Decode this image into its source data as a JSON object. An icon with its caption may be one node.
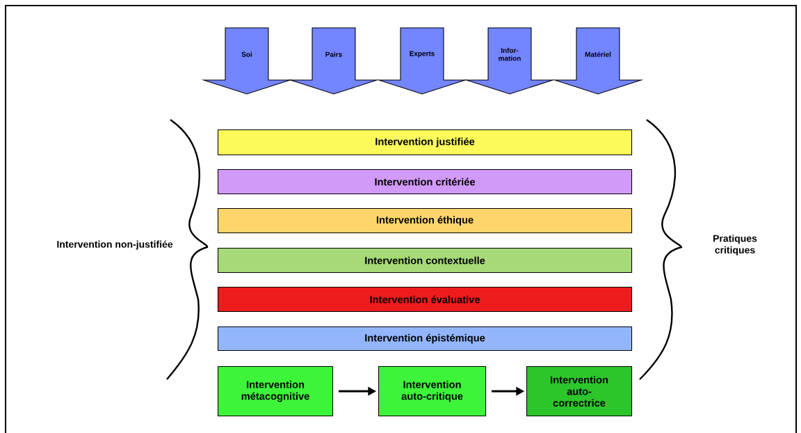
{
  "diagram": {
    "nodes": [
      {
        "text": [
          "Soi"
        ]
      },
      {
        "text": [
          "Pairs"
        ]
      },
      {
        "text": [
          "Experts"
        ]
      },
      {
        "text": [
          "Infor- mation"
        ]
      },
      {
        "text": [
          "Matériel"
        ]
      },
      {
        "text": [
          "Intervention justifiée"
        ]
      },
      {
        "text": [
          "Intervention critériée"
        ]
      },
      {
        "text": [
          "Intervention éthique"
        ]
      },
      {
        "text": [
          "Intervention contextuelle"
        ]
      },
      {
        "text": [
          "Intervention évaluative"
        ]
      },
      {
        "text": [
          "Intervention épistémique"
        ]
      },
      {
        "text": [
          "Intervention métacognitive"
        ]
      },
      {
        "text": [
          "Intervention auto-critique"
        ]
      },
      {
        "text": [
          "Intervention auto- correctrice"
        ]
      }
    ],
    "edges": [
      {
        "from": 11,
        "to": 12,
        "arrow": "to"
      },
      {
        "from": 12,
        "to": 13,
        "arrow": "to"
      }
    ],
    "labels": [
      "Intervention non-justifiée",
      "Pratiques critiques"
    ]
  }
}
